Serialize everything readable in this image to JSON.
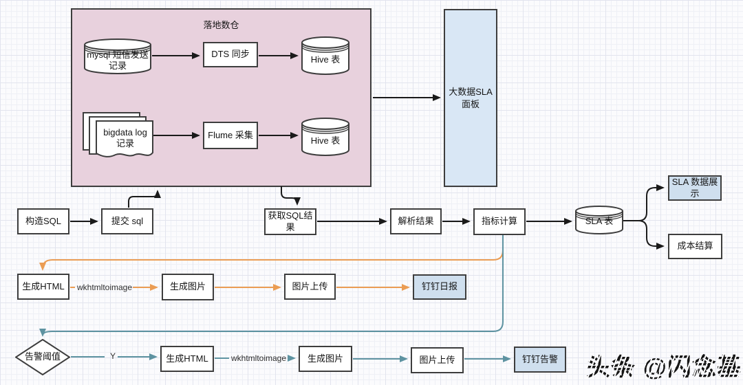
{
  "diagram": {
    "warehouse": {
      "title": "落地数仓"
    },
    "nodes": {
      "mysql_source": "mysql 短信发送记录",
      "dts_sync": "DTS 同步",
      "hive_table_1": "Hive 表",
      "bigdata_log": "bigdata log 记录",
      "flume_collect": "Flume 采集",
      "hive_table_2": "Hive 表",
      "sla_panel": "大数据SLA 面板",
      "build_sql": "构造SQL",
      "submit_sql": "提交 sql",
      "fetch_sql_result": "获取SQL结果",
      "parse_result": "解析结果",
      "metric_calc": "指标计算",
      "sla_table": "SLA 表",
      "sla_display": "SLA 数据展示",
      "cost_settlement": "成本结算",
      "gen_html_daily": "生成HTML",
      "gen_image_daily": "生成图片",
      "image_upload_daily": "图片上传",
      "ding_daily_report": "钉钉日报",
      "alert_threshold": "告警阈值",
      "gen_html_alert": "生成HTML",
      "gen_image_alert": "生成图片",
      "image_upload_alert": "图片上传",
      "ding_alert": "钉钉告警"
    },
    "edge_labels": {
      "wkhtmltoimage_daily": "wkhtmltoimage",
      "wkhtmltoimage_alert": "wkhtmltoimage",
      "yes": "Y"
    },
    "watermark": "头条 @闪念基因",
    "colors": {
      "pink_fill": "#e8d1dd",
      "panel_blue_fill": "#d9e7f5",
      "node_blue_fill": "#cfdfee",
      "node_border": "#3d3d3d",
      "arrow_black": "#1a1a1a",
      "arrow_orange": "#eb9d54",
      "arrow_teal": "#5e93a1"
    }
  }
}
